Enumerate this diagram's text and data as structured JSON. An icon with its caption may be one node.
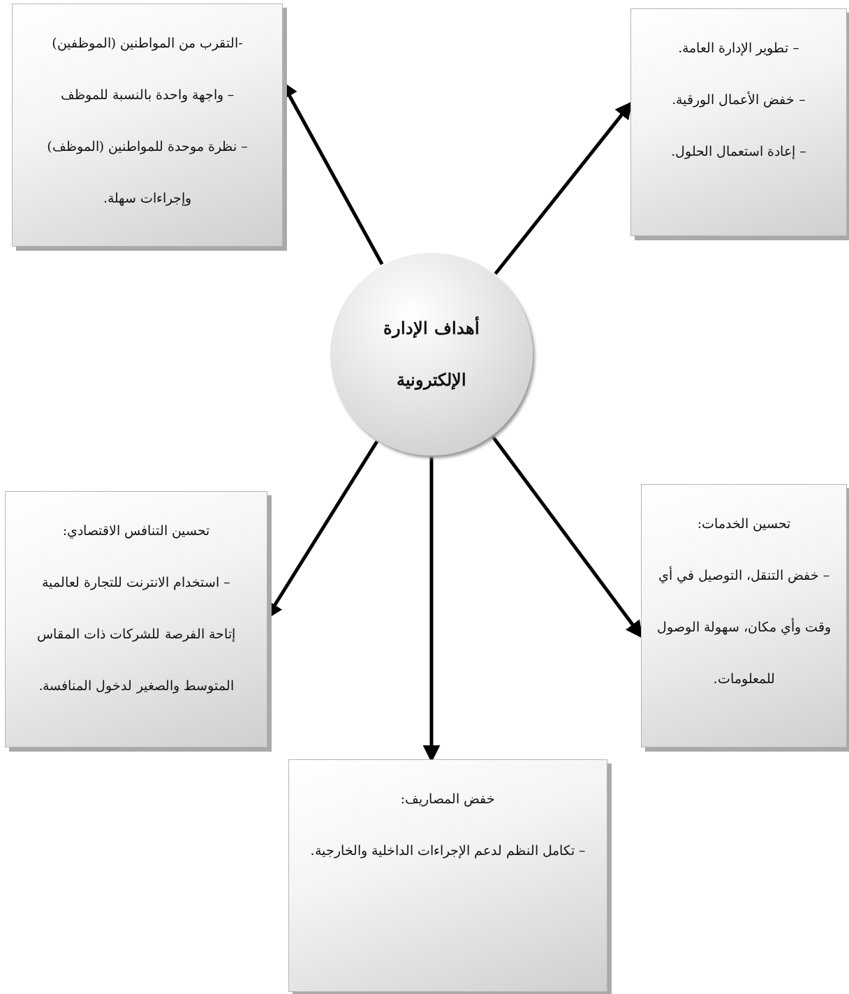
{
  "diagram": {
    "nodes": [
      {
        "text": [
          "أهداف الإدارة الإلكترونية"
        ]
      },
      {
        "text": [
          "-التقرب من المواطنين (الموظفين)",
          "– واجهة واحدة بالنسبة للموظف",
          "– نظرة موحدة للمواطنين (الموظف) وإجراءات سهلة."
        ]
      },
      {
        "text": [
          "– تطوير الإدارة العامة.",
          "– خفض الأعمال الورقية.",
          "– إعادة استعمال الحلول."
        ]
      },
      {
        "text": [
          "تحسين التنافس الاقتصادي:",
          "– استخدام الانترنت للتجارة لعالمية",
          "إتاحة الفرصة للشركات ذات المقاس المتوسط والصغير لدخول المنافسة."
        ]
      },
      {
        "text": [
          "تحسين الخدمات:",
          "– خفض التنقل، التوصيل في أي وقت وأي مكان، سهولة الوصول للمعلومات."
        ]
      },
      {
        "text": [
          "خفض المصاريف:",
          "– تكامل النظم لدعم الإجراءات الداخلية والخارجية."
        ]
      }
    ],
    "edges": [
      {
        "from": 0,
        "to": 1,
        "arrow": "to"
      },
      {
        "from": 0,
        "to": 2,
        "arrow": "to"
      },
      {
        "from": 0,
        "to": 3,
        "arrow": "to"
      },
      {
        "from": 0,
        "to": 5,
        "arrow": "to"
      },
      {
        "from": 0,
        "to": 4,
        "arrow": "to"
      }
    ]
  }
}
